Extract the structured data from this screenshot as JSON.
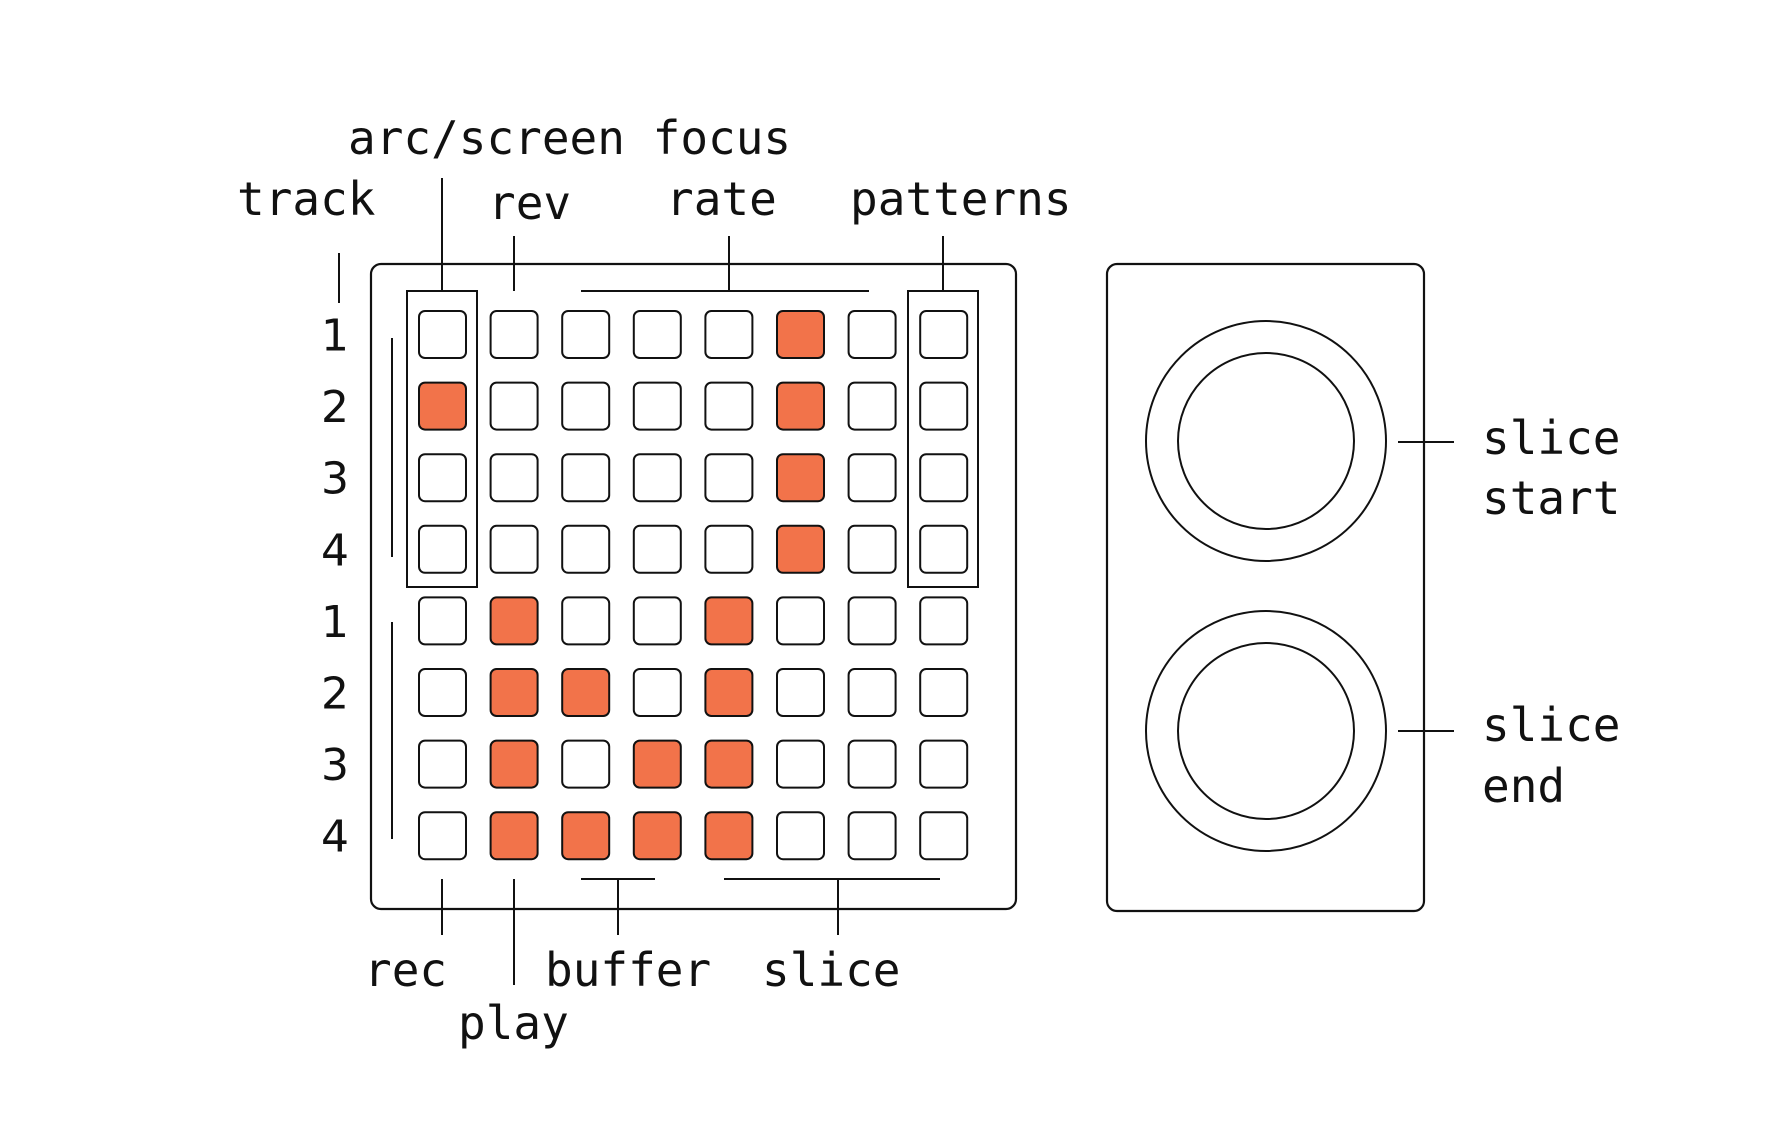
{
  "grid": {
    "on_color": "#F2734A",
    "off_color": "#FFFFFF",
    "outline_color": "#111111",
    "rows": [
      [
        0,
        0,
        0,
        0,
        0,
        1,
        0,
        0
      ],
      [
        1,
        0,
        0,
        0,
        0,
        1,
        0,
        0
      ],
      [
        0,
        0,
        0,
        0,
        0,
        1,
        0,
        0
      ],
      [
        0,
        0,
        0,
        0,
        0,
        1,
        0,
        0
      ],
      [
        0,
        1,
        0,
        0,
        1,
        0,
        0,
        0
      ],
      [
        0,
        1,
        1,
        0,
        1,
        0,
        0,
        0
      ],
      [
        0,
        1,
        0,
        1,
        1,
        0,
        0,
        0
      ],
      [
        0,
        1,
        1,
        1,
        1,
        0,
        0,
        0
      ]
    ],
    "row_numbers": [
      "1",
      "2",
      "3",
      "4",
      "1",
      "2",
      "3",
      "4"
    ]
  },
  "labels": {
    "arc_screen_focus": "arc/screen focus",
    "track": "track",
    "rev": "rev",
    "rate": "rate",
    "patterns": "patterns",
    "rec": "rec",
    "play": "play",
    "buffer": "buffer",
    "slice": "slice",
    "slice_start_line1": "slice",
    "slice_start_line2": "start",
    "slice_end_line1": "slice",
    "slice_end_line2": "end"
  }
}
